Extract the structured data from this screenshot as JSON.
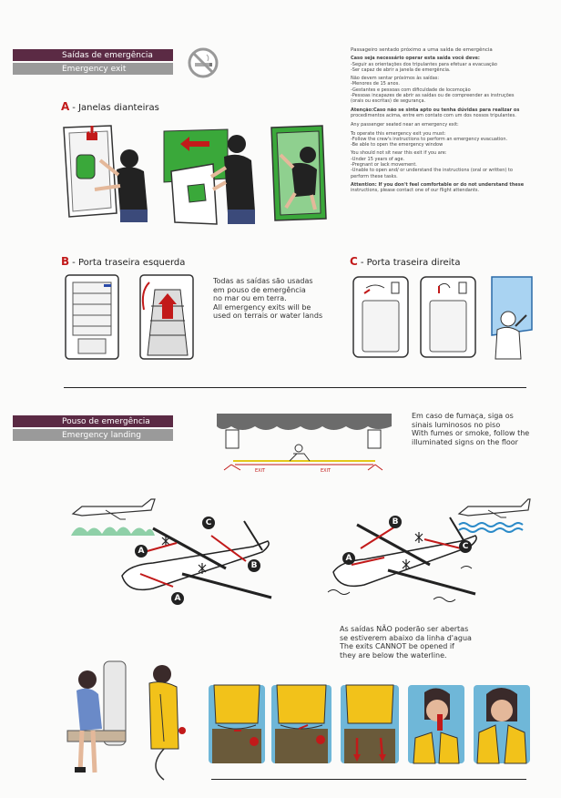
{
  "exit_section": {
    "banner_pt": "Saídas de emergência",
    "banner_en": "Emergency exit",
    "a_letter": "A",
    "a_title": "- Janelas dianteiras",
    "b_letter": "B",
    "b_title": "- Porta traseira esquerda",
    "c_letter": "C",
    "c_title": "- Porta traseira direita",
    "b_note_pt_1": "Todas as saídas são usadas",
    "b_note_pt_2": "em pouso de emergência",
    "b_note_pt_3": "no mar ou em terra.",
    "b_note_en_1": "All emergency exits will be",
    "b_note_en_2": "used on terrais or water lands"
  },
  "instructions": {
    "pt_title": "Passageiro sentado próximo a uma saída de emergência",
    "pt_1": "Caso seja necessário operar esta saída você deve:",
    "pt_2": "-Seguir as orientações dos tripulantes para efetuar a evacuação",
    "pt_3": "-Ser capaz de abrir a janela de emergência.",
    "pt_4": "Não devem sentar próximos às saídas:",
    "pt_5": "-Menores de 15 anos.",
    "pt_6": "-Gestantes e pessoas com dificuldade de locomoção",
    "pt_7": "-Pessoas incapazes de abrir as saídas ou de compreender as instruções",
    "pt_8": "(orais ou escritas) de segurança.",
    "pt_9": "Atenção:Caso não se sinta apto ou tenha dúvidas para realizar os",
    "pt_10": "procedimentos acima, entre em contato com um dos nossos tripulantes.",
    "en_title": "Any passenger seated near an emergency exit:",
    "en_1": "To operate this emergency exit you must:",
    "en_2": "-Follow the crew's instructions to perform an emergency evacuation.",
    "en_3": "-Be able to open the emergency window",
    "en_4": "You should not sit near this exit if you are:",
    "en_5": "-Under 15 years of age.",
    "en_6": "-Pregnant or lack movement.",
    "en_7": "-Unable to open and/ or understand the instructions (oral or written) to",
    "en_8": "perform these tasks.",
    "en_9": "Attention: If you don't feel comfortable or do not understand these",
    "en_10": "instructions, please contact one of our flight attendants."
  },
  "landing_section": {
    "banner_pt": "Pouso de emergência",
    "banner_en": "Emergency landing",
    "smoke_pt_1": "Em caso de fumaça, siga os",
    "smoke_pt_2": "sinais luminosos no piso",
    "smoke_en_1": "With fumes or smoke, follow the",
    "smoke_en_2": "illuminated signs on the floor",
    "exit_sign_left": "EXIT",
    "exit_sign_right": "EXIT",
    "waterline_pt_1": "As saídas NÃO poderão ser abertas",
    "waterline_pt_2": "se estiverem abaixo da linha d'agua",
    "waterline_en_1": "The exits CANNOT be opened if",
    "waterline_en_2": "they are below the waterline."
  },
  "diagram_labels": {
    "left_a1": "A",
    "left_a2": "A",
    "left_b": "B",
    "left_c": "C",
    "right_a": "A",
    "right_b": "B",
    "right_c": "C"
  },
  "colors": {
    "banner_top": "#5b2a44",
    "banner_bottom": "#9a9a9a",
    "accent_red": "#c21a1a",
    "exit_green": "#3aa83a",
    "vest_yellow": "#f2c21a"
  }
}
